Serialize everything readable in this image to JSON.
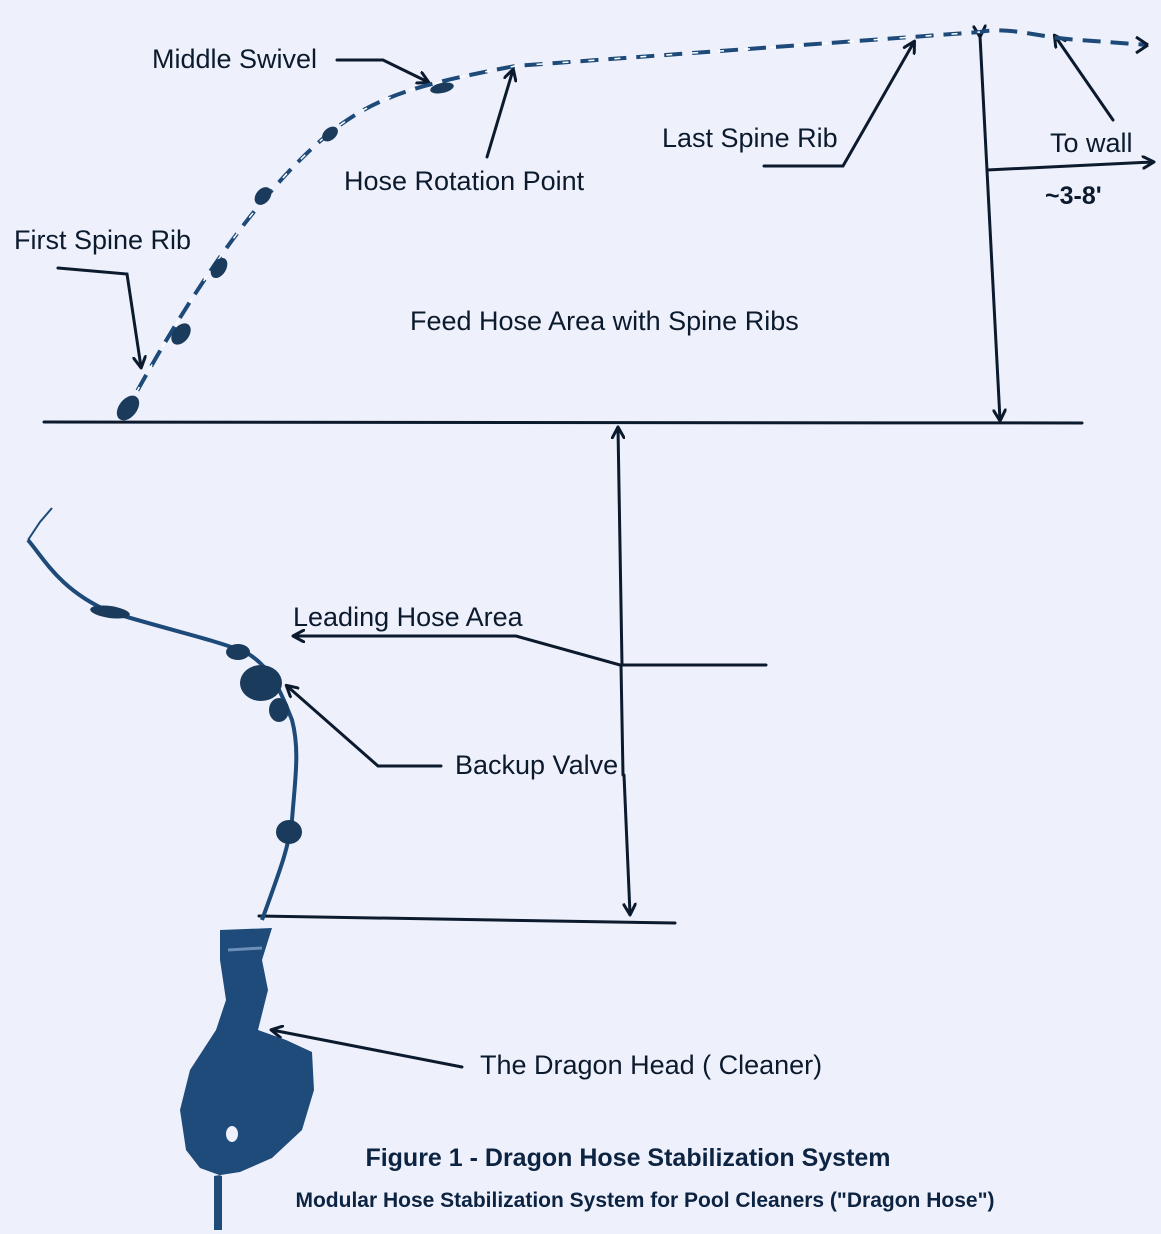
{
  "labels": {
    "middle_swivel": "Middle Swivel",
    "hose_rotation_point": "Hose Rotation Point",
    "last_spine_rib": "Last Spine Rib",
    "to_wall": "To wall",
    "distance": "~3-8'",
    "first_spine_rib": "First Spine Rib",
    "feed_hose_area": "Feed Hose Area with Spine Ribs",
    "leading_hose_area": "Leading Hose Area",
    "backup_valve": "Backup Valve",
    "dragon_head": "The Dragon Head ( Cleaner)"
  },
  "caption": {
    "title": "Figure 1 - Dragon Hose Stabilization System",
    "subtitle": "Modular Hose Stabilization System for Pool Cleaners (\"Dragon Hose\")"
  },
  "colors": {
    "background": "#eef1fb",
    "ink": "#0c1a2e",
    "hose": "#1d4a78",
    "rib": "#1b3b5c",
    "cleaner": "#1f4b7a"
  }
}
